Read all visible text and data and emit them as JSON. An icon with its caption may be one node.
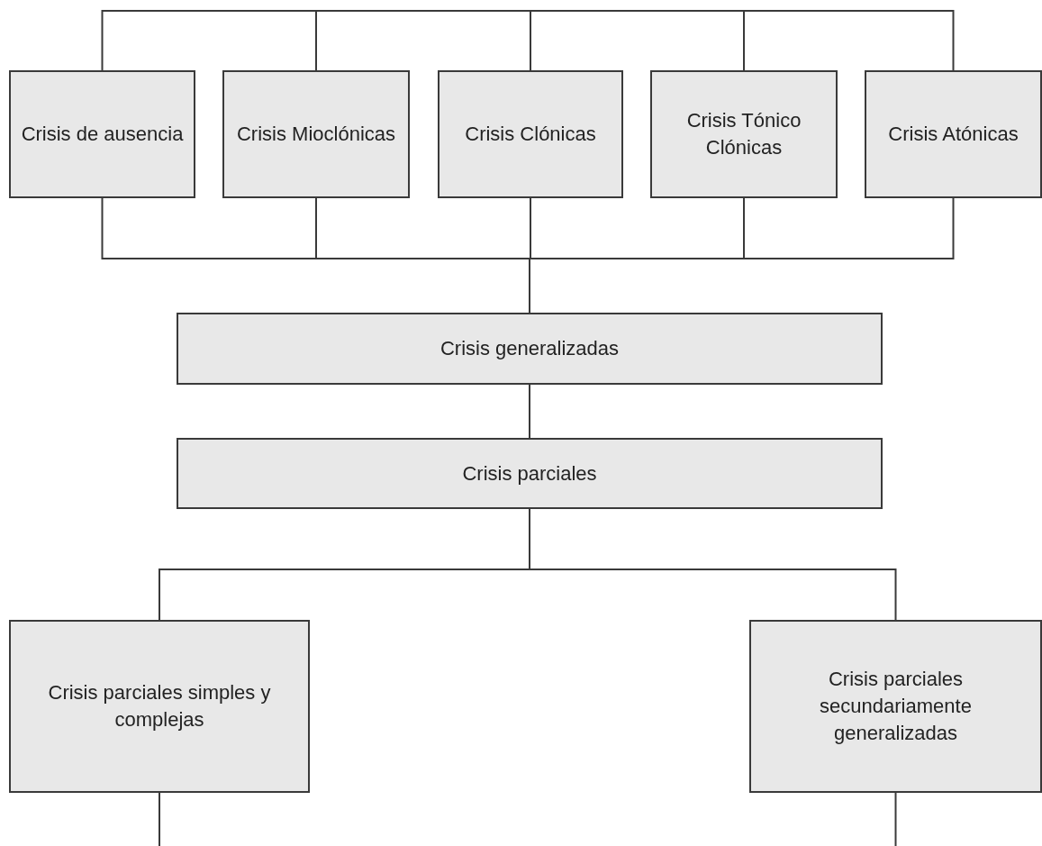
{
  "diagram": {
    "nodes": [
      {
        "text": [
          "Crisis de ausencia"
        ]
      },
      {
        "text": [
          "Crisis Mioclónicas"
        ]
      },
      {
        "text": [
          "Crisis Clónicas"
        ]
      },
      {
        "text": [
          "Crisis Tónico Clónicas"
        ]
      },
      {
        "text": [
          "Crisis Atónicas"
        ]
      },
      {
        "text": [
          "Crisis generalizadas"
        ]
      },
      {
        "text": [
          "Crisis parciales"
        ]
      },
      {
        "text": [
          "Crisis parciales simples y complejas"
        ]
      },
      {
        "text": [
          "Crisis parciales secundariamente generalizadas"
        ]
      }
    ],
    "edges": [
      {
        "from": 0,
        "to": 1,
        "arrow": "none"
      },
      {
        "from": 1,
        "to": 2,
        "arrow": "none"
      },
      {
        "from": 2,
        "to": 3,
        "arrow": "none"
      },
      {
        "from": 3,
        "to": 4,
        "arrow": "none"
      },
      {
        "from": 0,
        "to": 5,
        "arrow": "none"
      },
      {
        "from": 1,
        "to": 5,
        "arrow": "none"
      },
      {
        "from": 2,
        "to": 5,
        "arrow": "none"
      },
      {
        "from": 3,
        "to": 5,
        "arrow": "none"
      },
      {
        "from": 4,
        "to": 5,
        "arrow": "none"
      },
      {
        "from": 5,
        "to": 6,
        "arrow": "none"
      },
      {
        "from": 6,
        "to": 7,
        "arrow": "none"
      },
      {
        "from": 6,
        "to": 8,
        "arrow": "none"
      },
      {
        "from": 7,
        "to": null,
        "arrow": "none"
      },
      {
        "from": 8,
        "to": null,
        "arrow": "none"
      }
    ]
  }
}
